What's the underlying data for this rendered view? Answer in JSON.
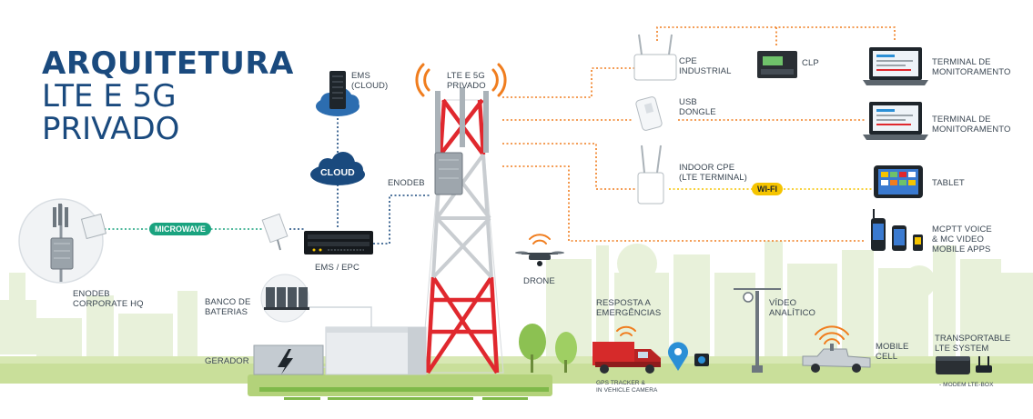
{
  "title": {
    "line1": "ARQUITETURA",
    "line2": "LTE E 5G\nPRIVADO"
  },
  "labels": {
    "ems_cloud": "EMS\n(CLOUD)",
    "cloud": "CLOUD",
    "enodeb": "ENODEB",
    "ems_epc": "EMS / EPC",
    "microwave": "MICROWAVE",
    "enodeb_hq": "ENODEB\nCORPORATE HQ",
    "tower": "LTE E 5G\nPRIVADO",
    "cpe_industrial": "CPE\nINDUSTRIAL",
    "clp": "CLP",
    "terminal_1": "TERMINAL DE\nMONITORAMENTO",
    "usb_dongle": "USB\nDONGLE",
    "terminal_2": "TERMINAL DE\nMONITORAMENTO",
    "indoor_cpe": "INDOOR CPE\n(LTE TERMINAL)",
    "wifi": "WI-FI",
    "tablet": "TABLET",
    "mcptt": "MCPTT VOICE\n& MC VIDEO\nMOBILE APPS",
    "drone": "DRONE",
    "banco": "BANCO DE\nBATERIAS",
    "gerador": "GERADOR",
    "resposta": "RESPOSTA A\nEMERGÊNCIAS",
    "video": "VÍDEO\nANALÍTICO",
    "mobile_cell": "MOBILE\nCELL",
    "transportable": "TRANSPORTABLE\nLTE SYSTEM",
    "modem": "- MODEM LTE-BOX",
    "gps": "GPS TRACKER &\nIN VEHICLE CAMERA"
  },
  "colors": {
    "navy": "#1a4a7e",
    "orange": "#f07d1e",
    "teal": "#1aa37f",
    "yellow": "#f5c400",
    "red": "#e0282e",
    "ground": "#c9df9a",
    "skyline": "#e6f0d6"
  },
  "icons": [
    "server-icon",
    "cloud-icon",
    "router-icon",
    "antenna-icon",
    "tower-icon",
    "laptop-icon",
    "plc-icon",
    "usb-icon",
    "tablet-icon",
    "phone-icon",
    "drone-icon",
    "battery-icon",
    "generator-icon",
    "ambulance-icon",
    "pin-icon",
    "camera-icon",
    "cctv-icon",
    "truck-icon",
    "lte-box-icon",
    "tree-icon"
  ]
}
